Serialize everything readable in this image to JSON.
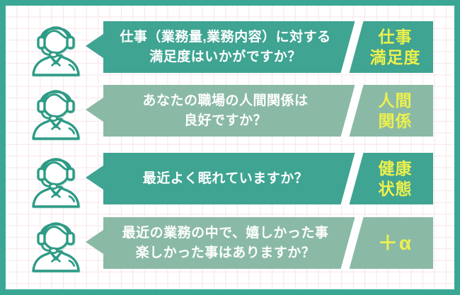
{
  "palette": {
    "teal": "#3FA492",
    "sage": "#8ABAA6",
    "label_yellow": "#EDF04D",
    "border": "#3AA795",
    "grid_line": "#F7E4E9",
    "icon_stroke": "#2E9B86",
    "question_text": "#FFFFFF"
  },
  "rows": [
    {
      "tone": "teal",
      "icon": "call-center-operator-icon",
      "question_lines": [
        "仕事（業務量,業務内容）に対する",
        "満足度はいかがですか？"
      ],
      "label_lines": [
        "仕事",
        "満足度"
      ]
    },
    {
      "tone": "sage",
      "icon": "call-center-operator-icon",
      "question_lines": [
        "あなたの職場の人間関係は",
        "良好ですか？"
      ],
      "label_lines": [
        "人間",
        "関係"
      ]
    },
    {
      "tone": "teal",
      "icon": "call-center-operator-icon",
      "question_lines": [
        "最近よく眠れていますか？"
      ],
      "label_lines": [
        "健康",
        "状態"
      ]
    },
    {
      "tone": "sage",
      "icon": "call-center-operator-icon",
      "question_lines": [
        "最近の業務の中で、嬉しかった事",
        "楽しかった事はありますか？"
      ],
      "label_lines": [
        "＋α"
      ]
    }
  ]
}
